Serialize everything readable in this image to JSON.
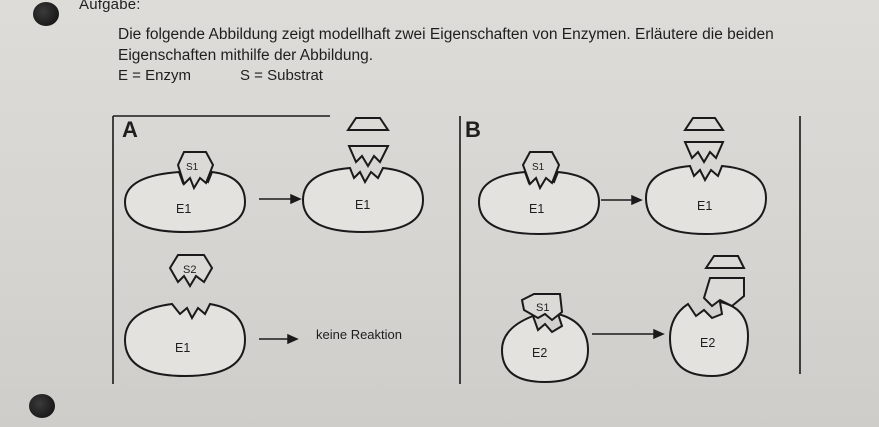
{
  "header": "Aufgabe:",
  "task_text": "Die folgende Abbildung zeigt modellhaft zwei Eigenschaften von Enzymen. Erläutere die beiden Eigenschaften mithilfe der Abbildung.",
  "legend": {
    "enzyme": "E = Enzym",
    "substrate": "S = Substrat"
  },
  "panels": {
    "a": {
      "label": "A",
      "row1": {
        "substrate": "S1",
        "enzyme_left": "E1",
        "enzyme_right": "E1"
      },
      "row2": {
        "substrate": "S2",
        "enzyme": "E1",
        "result": "keine Reaktion"
      }
    },
    "b": {
      "label": "B",
      "row1": {
        "substrate": "S1",
        "enzyme_left": "E1",
        "enzyme_right": "E1"
      },
      "row2": {
        "substrate": "S1",
        "enzyme_left": "E2",
        "enzyme_right": "E2"
      }
    }
  }
}
